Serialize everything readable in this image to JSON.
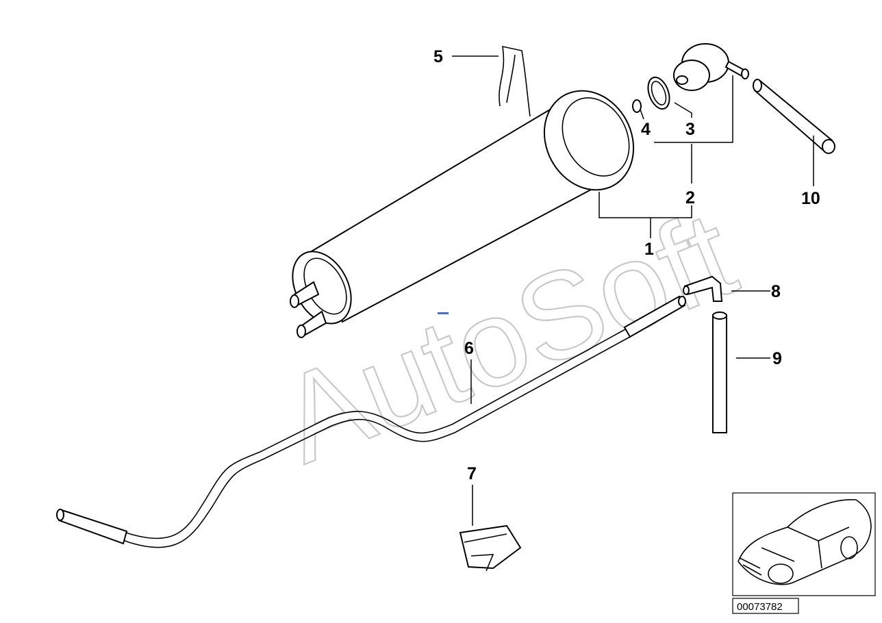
{
  "callouts": {
    "c1": "1",
    "c2": "2",
    "c3": "3",
    "c4": "4",
    "c5": "5",
    "c6": "6",
    "c7": "7",
    "c8": "8",
    "c9": "9",
    "c10": "10"
  },
  "watermark": "AutoSoft",
  "diagram_id": "00073782"
}
